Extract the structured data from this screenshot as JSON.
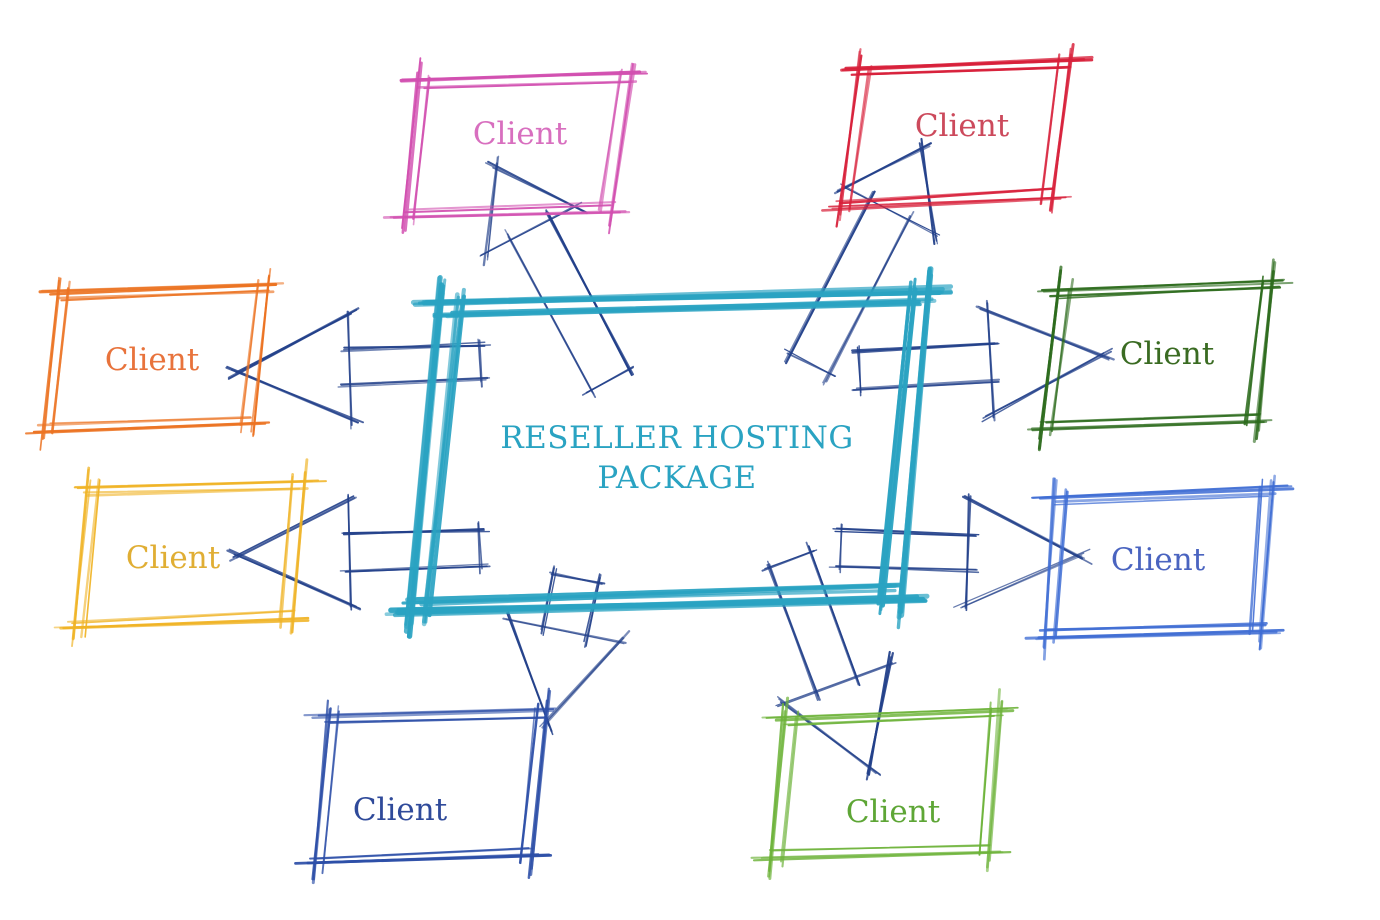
{
  "center": {
    "title_line1": "RESELLER HOSTING",
    "title_line2": "PACKAGE",
    "color": "#2aa3c2"
  },
  "arrow_color": "#22408a",
  "clients": [
    {
      "id": "client-pink",
      "label": "Client",
      "color": "#d24fb0",
      "text_color": "#d86fbf"
    },
    {
      "id": "client-red",
      "label": "Client",
      "color": "#d8203a",
      "text_color": "#cc4a5c"
    },
    {
      "id": "client-orange",
      "label": "Client",
      "color": "#ec7322",
      "text_color": "#e8733c"
    },
    {
      "id": "client-darkgreen",
      "label": "Client",
      "color": "#2c6b1c",
      "text_color": "#3a6b22"
    },
    {
      "id": "client-yellow",
      "label": "Client",
      "color": "#f0b324",
      "text_color": "#e0ae34"
    },
    {
      "id": "client-blue",
      "label": "Client",
      "color": "#3f6dd4",
      "text_color": "#4a64c0"
    },
    {
      "id": "client-navy",
      "label": "Client",
      "color": "#2d4fa8",
      "text_color": "#2f4a9a"
    },
    {
      "id": "client-lightgreen",
      "label": "Client",
      "color": "#6db339",
      "text_color": "#5ea636"
    }
  ]
}
